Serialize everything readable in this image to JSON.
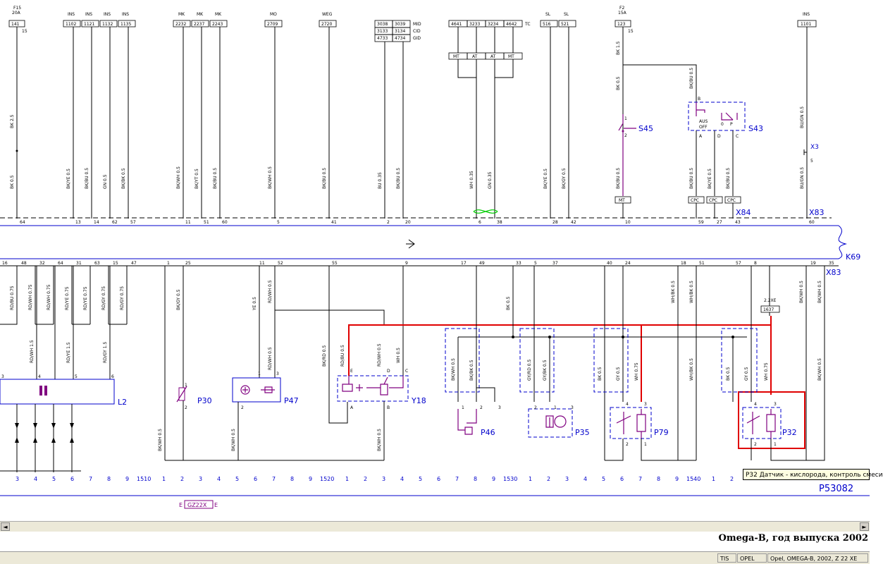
{
  "top_labels": [
    {
      "g": "F15",
      "sub": "20A",
      "box": "141",
      "pin": "15"
    },
    {
      "g": "INS",
      "box": "1102"
    },
    {
      "g": "INS",
      "box": "1121"
    },
    {
      "g": "INS",
      "box": "1132"
    },
    {
      "g": "INS",
      "box": "1135"
    },
    {
      "g": "MK",
      "box": "2232"
    },
    {
      "g": "MK",
      "box": "2237"
    },
    {
      "g": "MK",
      "box": "2243"
    },
    {
      "g": "MO",
      "box": "2709"
    },
    {
      "g": "WEG",
      "box": "2720"
    },
    {
      "g": "SL",
      "box": "516"
    },
    {
      "g": "SL",
      "box": "521"
    },
    {
      "g": "F2",
      "sub": "15A",
      "box": "123",
      "pin": "15"
    },
    {
      "g": "INS",
      "box": "1101"
    }
  ],
  "mid_grid": {
    "rows": [
      [
        "3038",
        "3039",
        "MID"
      ],
      [
        "3133",
        "3134",
        "CID"
      ],
      [
        "4733",
        "4734",
        "GID"
      ]
    ]
  },
  "tc_block": {
    "boxes": [
      "4641",
      "3233",
      "3234",
      "4642"
    ],
    "label": "TC",
    "sub": [
      "MT",
      "AT",
      "AT",
      "MT"
    ]
  },
  "wire_labels_upper": [
    "BK 2.5",
    "BK 0.5",
    "BK/YE 0.5",
    "BK/BU 0.5",
    "GN 0.5",
    "BK/BK 0.5",
    "BK/WH 0.5",
    "BK/YT 0.5",
    "BK/BU 0.5",
    "BK/WH 0.5",
    "BK/BU 0.5",
    "BU 0.35",
    "BK/BU 0.5",
    "WH 0.35",
    "GN 0.35",
    "BK/YE 0.5",
    "BK/GY 0.5",
    "BK 1.5",
    "BK 0.5",
    "BK/BU 0.5",
    "BK/BU 0.5",
    "BK/YE 0.5",
    "BK/BU 0.5",
    "BU/GN 0.5",
    "BU/GN 0.5"
  ],
  "upper_pins": [
    "64",
    "13",
    "14",
    "62",
    "57",
    "11",
    "51",
    "60",
    "5",
    "41",
    "2",
    "20",
    "6",
    "38",
    "28",
    "42",
    "10",
    "59",
    "27",
    "43",
    "60"
  ],
  "cpc_boxes": [
    "MT",
    "CPC",
    "CPC",
    "CPC"
  ],
  "connectors": {
    "x84": "X84",
    "x83a": "X83",
    "k69": "K69",
    "x83b": "X83",
    "x3": "X3",
    "x3_pin": "5"
  },
  "lower_pins": [
    "16",
    "48",
    "32",
    "64",
    "31",
    "63",
    "15",
    "47",
    "1",
    "25",
    "11",
    "52",
    "55",
    "9",
    "17",
    "49",
    "33",
    "5",
    "37",
    "40",
    "24",
    "18",
    "51",
    "57",
    "8",
    "19",
    "35"
  ],
  "wire_labels_lower": [
    "RD/BU 0.75",
    "RD/WH 1.5",
    "RD/WH 0.75",
    "RD/YE 0.75",
    "RD/YE 0.75",
    "RD/GY 0.75",
    "RD/GY 0.75",
    "BK/GY 0.5",
    "YE 0.5",
    "RD/WH 0.5",
    "RD/WH 0.5",
    "BK/RD 0.5",
    "RD/BU 0.5",
    "RD/WH 0.5",
    "WH 0.5",
    "BK 0.5",
    "BK/WH 0.5",
    "BK/BK 0.5",
    "GY/RD 0.5",
    "GY/BK 0.5",
    "BK 0.5",
    "GY 0.5",
    "WH 0.75",
    "WH/BK 0.5",
    "WH/BK 0.5",
    "BK 0.5",
    "GY 0.5",
    "WH 0.75",
    "BK/WH 0.5",
    "BK/WH 0.5",
    "BK/WH 0.5"
  ],
  "bottom_wire_labels": [
    "RD/WH 1.5",
    "RD/YE 1.5",
    "RD/GY 1.5",
    "BK/WH 0.5",
    "BK/WH 0.5",
    "BK/WH 0.5",
    "BK/WH 0.5"
  ],
  "components": {
    "S45": "S45",
    "S43": "S43",
    "S43_sw": [
      "AUS",
      "OFF",
      "0",
      "P"
    ],
    "S43_pins": [
      "B",
      "A",
      "D",
      "C"
    ],
    "L2": "L2",
    "L2_pins": [
      "3",
      "4",
      "5",
      "6"
    ],
    "P30": "P30",
    "P47": "P47",
    "Y18": "Y18",
    "Y18_pins": [
      "E",
      "D",
      "C",
      "A",
      "B"
    ],
    "P46": "P46",
    "P35": "P35",
    "P79": "P79",
    "P32": "P32",
    "engine_code": "2.2XE",
    "engine_box": "1637"
  },
  "scale_numbers": [
    "3",
    "4",
    "5",
    "6",
    "7",
    "8",
    "9",
    "1510",
    "1",
    "2",
    "3",
    "4",
    "5",
    "6",
    "7",
    "8",
    "9",
    "1520",
    "1",
    "2",
    "3",
    "4",
    "5",
    "6",
    "7",
    "8",
    "9",
    "1530",
    "1",
    "2",
    "3",
    "4",
    "5",
    "6",
    "7",
    "8",
    "9",
    "1540",
    "1",
    "2"
  ],
  "page_code": "P53082",
  "engine_tag": {
    "left": "E",
    "box": "GZ22X",
    "right": "E"
  },
  "tooltip": "P32 Датчик - кислорода, контроль смеси",
  "footer_title": "Omega-B, год выпуска 2002",
  "scroll": {
    "left": "◄",
    "right": "►"
  },
  "status": [
    "TIS",
    "OPEL",
    "Opel, OMEGA-B, 2002, Z 22 XE"
  ]
}
